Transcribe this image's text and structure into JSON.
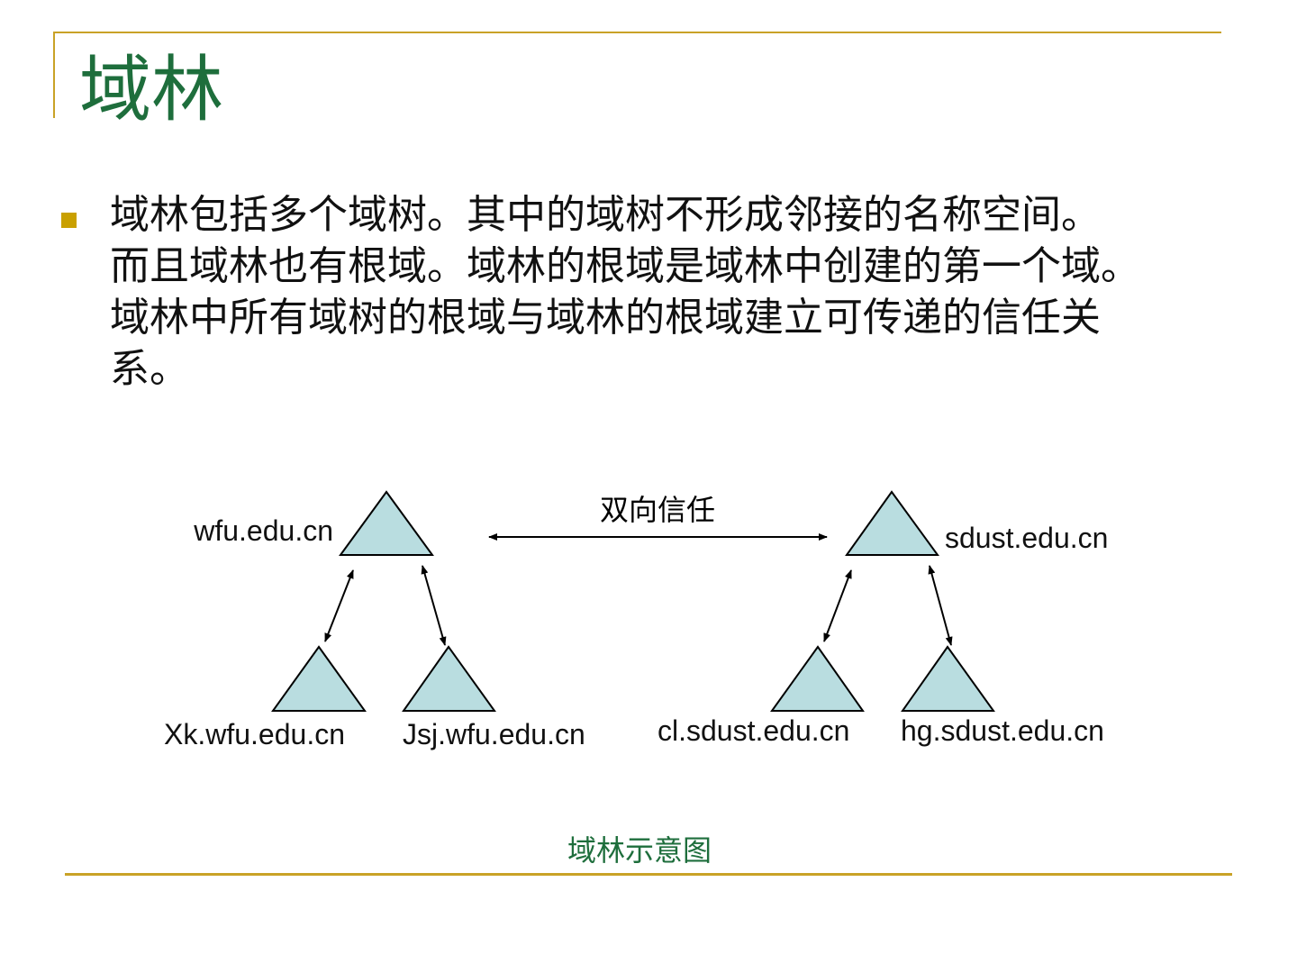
{
  "slide": {
    "title": "域林",
    "body_lines": [
      "域林包括多个域树。其中的域树不形成邻接的名称空间。",
      "而且域林也有根域。域林的根域是域林中创建的第一个域。",
      "域林中所有域树的根域与域林的根域建立可传递的信任关",
      "系。"
    ],
    "accent_color": "#c9a227",
    "title_color": "#1e6e3c"
  },
  "diagram": {
    "trust_label": "双向信任",
    "left_tree": {
      "root": "wfu.edu.cn",
      "children": [
        "Xk.wfu.edu.cn",
        "Jsj.wfu.edu.cn"
      ]
    },
    "right_tree": {
      "root": "sdust.edu.cn",
      "children": [
        "cl.sdust.edu.cn",
        "hg.sdust.edu.cn"
      ]
    },
    "caption": "域林示意图",
    "triangle_fill": "#b9dde0"
  }
}
